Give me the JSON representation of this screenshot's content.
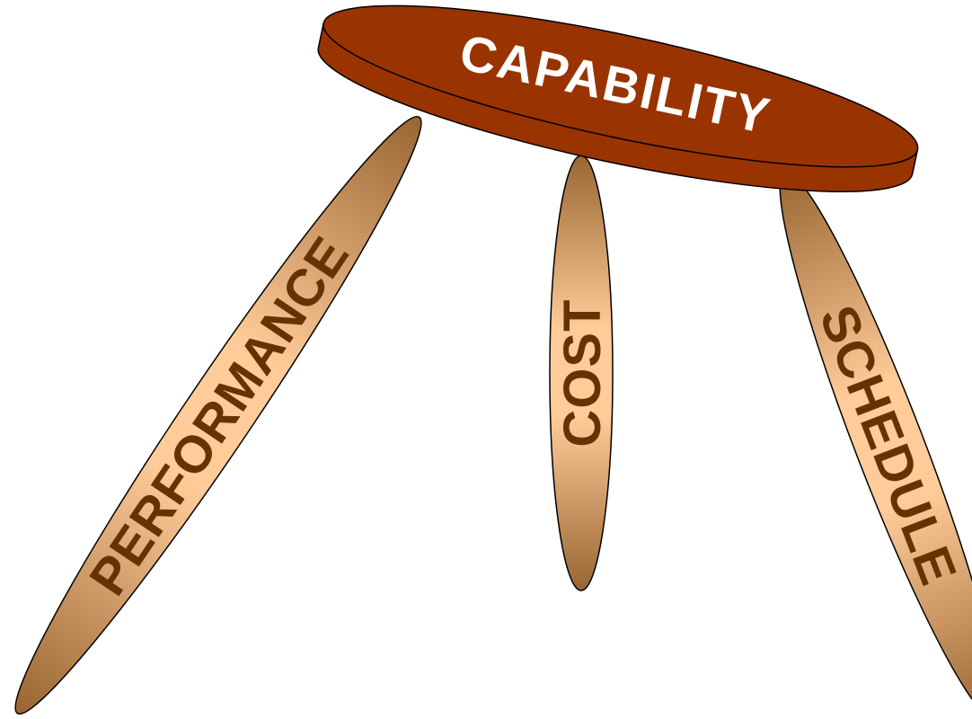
{
  "seat": {
    "label": "CAPABILITY"
  },
  "legs": [
    {
      "id": "performance",
      "label": "PERFORMANCE"
    },
    {
      "id": "cost",
      "label": "COST"
    },
    {
      "id": "schedule",
      "label": "SCHEDULE"
    }
  ],
  "colors": {
    "seat_fill": "#993300",
    "seat_text": "#ffffff",
    "leg_fill_light": "#ffcc99",
    "leg_fill_dark": "#996633",
    "leg_text": "#663300",
    "outline": "#000000"
  }
}
